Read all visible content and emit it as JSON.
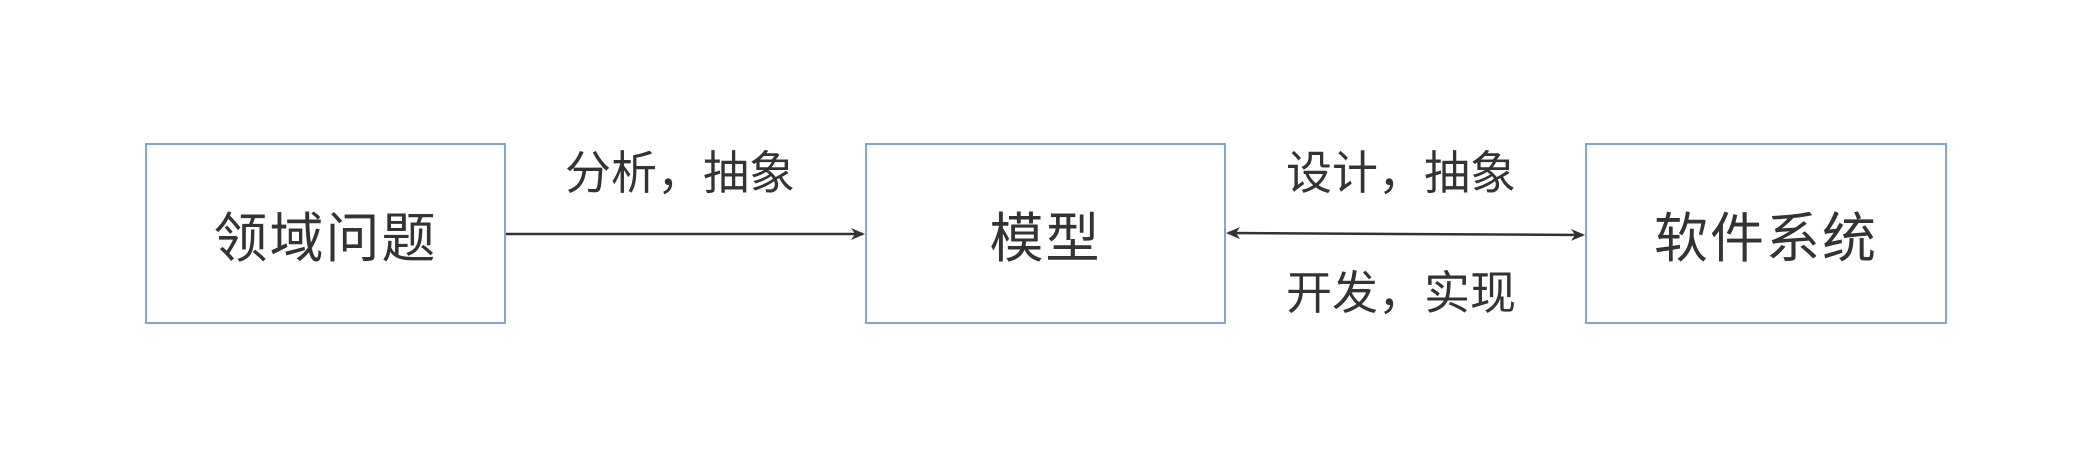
{
  "nodes": {
    "domain_problem": "领域问题",
    "model": "模型",
    "software_system": "软件系统"
  },
  "edges": {
    "problem_to_model": "分析，抽象",
    "model_software_upper": "设计，抽象",
    "model_software_lower": "开发，实现"
  },
  "colors": {
    "node_border": "#7ea6e0",
    "text": "#333333",
    "arrow": "#333333",
    "background": "#ffffff"
  }
}
